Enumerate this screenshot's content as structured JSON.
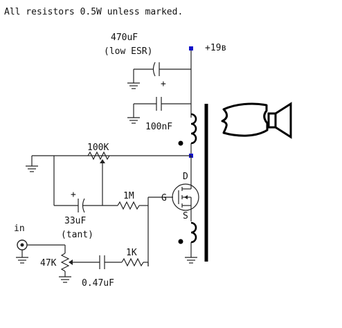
{
  "note": "All resistors 0.5W unless marked.",
  "supply": {
    "label": "+19в"
  },
  "components": {
    "c_470": {
      "value": "470uF",
      "type": "(low ESR)",
      "polarity": "+"
    },
    "c_100n": {
      "value": "100nF"
    },
    "r_100k": {
      "value": "100K"
    },
    "c_33": {
      "value": "33uF",
      "type": "(tant)",
      "polarity": "+"
    },
    "r_1m": {
      "value": "1M"
    },
    "r_1k": {
      "value": "1K"
    },
    "pot_47k": {
      "value": "47K"
    },
    "c_047": {
      "value": "0.47uF"
    },
    "input": {
      "label": "in"
    },
    "mosfet": {
      "gate": "G",
      "drain": "D",
      "source": "S"
    }
  },
  "colors": {
    "wire": "#222222",
    "node": "#1010c8",
    "ink": "#000000"
  }
}
